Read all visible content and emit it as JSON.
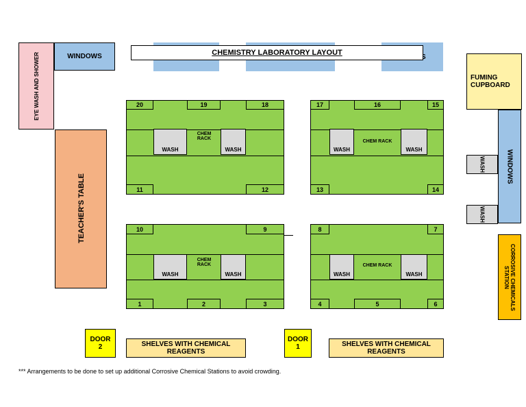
{
  "title": "CHEMISTRY LABORATORY LAYOUT",
  "eye_wash": "EYE WASH AND SHOWER",
  "windows": "WINDOWS",
  "windows_partial": "S",
  "fuming_cupboard": "FUMING CUPBOARD",
  "teachers_table": "TEACHER'S TABLE",
  "wash": "WASH",
  "chem_rack_top": "CHEM\nRACK",
  "chem_rack_line": "CHEM RACK",
  "corrosive_station": "CORROSIVE CHEMICALS STATION",
  "door2": "DOOR\n2",
  "door1": "DOOR\n1",
  "shelves": "SHELVES WITH CHEMICAL REAGENTS",
  "shelves_wrap": "SHELVES WITH CHEMICAL\nREAGENTS",
  "footnote": "*** Arrangements to be done to set up additional Corrosive Chemical Stations to avoid crowding.",
  "stations": {
    "s1": "1",
    "s2": "2",
    "s3": "3",
    "s4": "4",
    "s5": "5",
    "s6": "6",
    "s7": "7",
    "s8": "8",
    "s9": "9",
    "s10": "10",
    "s11": "11",
    "s12": "12",
    "s13": "13",
    "s14": "14",
    "s15": "15",
    "s16": "16",
    "s17": "17",
    "s18": "18",
    "s19": "19",
    "s20": "20"
  },
  "colors": {
    "bench": "#92d050",
    "window": "#9dc3e6",
    "eye_wash": "#f8cbcf",
    "fuming": "#fff2a8",
    "teacher": "#f4b183",
    "door": "#ffff00",
    "shelves": "#ffe699",
    "corrosive": "#ffc000",
    "wash": "#d9d9d9"
  }
}
